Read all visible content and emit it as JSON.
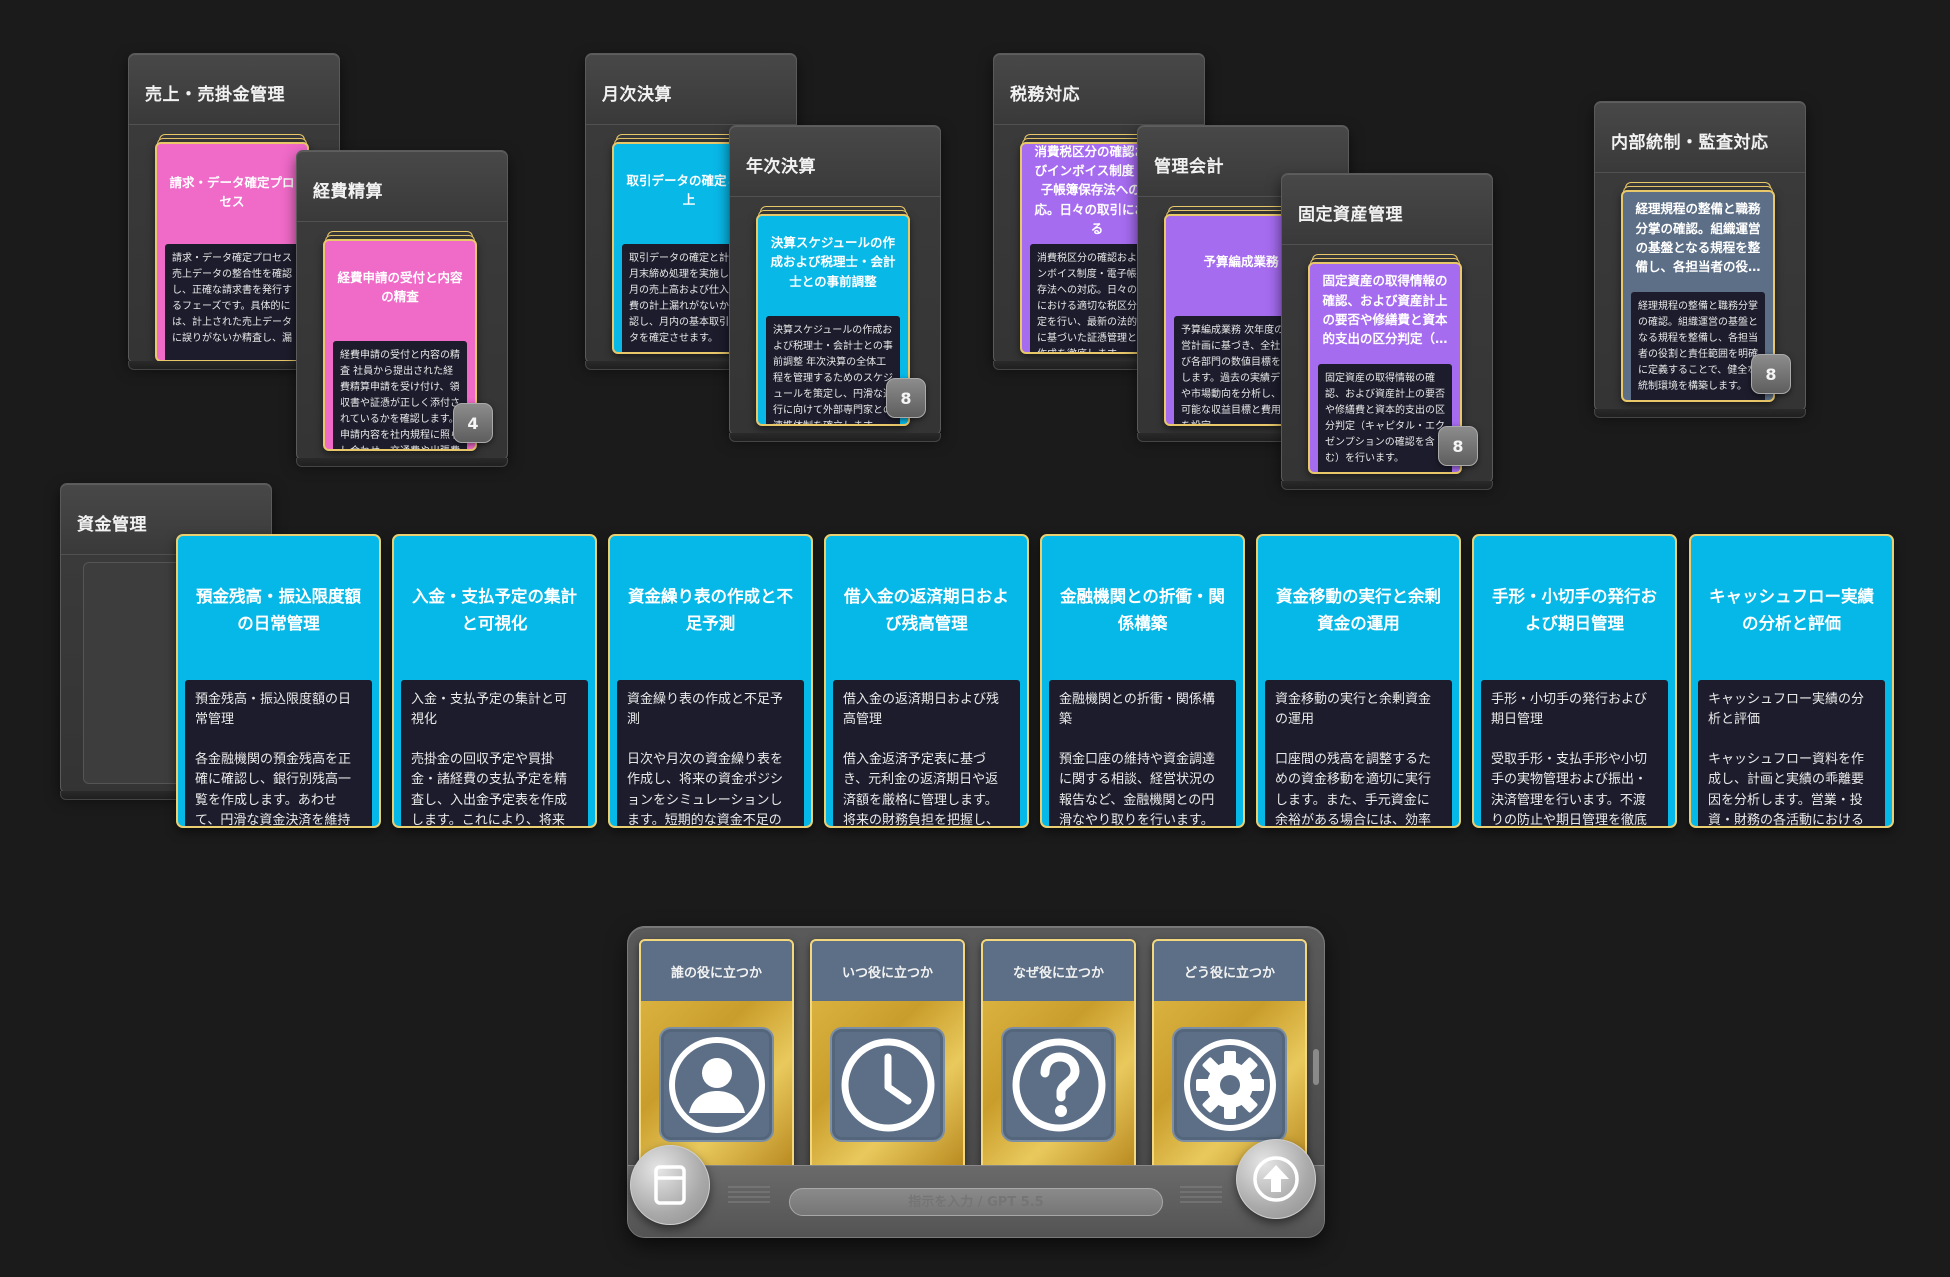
{
  "decks": [
    {
      "id": "sales",
      "title": "売上・売掛金管理",
      "card_head": "請求・データ確定プロセス",
      "card_body": "請求・データ確定プロセス 売上データの整合性を確認し、正確な請求書を発行するフェーズです。具体的には、計上された売上データに誤りがないか精査し、漏",
      "count": ""
    },
    {
      "id": "expense",
      "title": "経費精算",
      "card_head": "経費申請の受付と内容の精査",
      "card_body": "経費申請の受付と内容の精査 社員から提出された経費精算申請を受け付け、領収書や証憑が正しく添付されているかを確認します。申請内容を社内規程に照らし合わせ、交通費や出張費",
      "count": "4"
    },
    {
      "id": "monthly",
      "title": "月次決算",
      "card_head": "取引データの確定と計上",
      "card_body": "取引データの確定と計上 月末締め処理を実施し、当月の売上高および仕入・経費の計上漏れがないかを確認し、月内の基本取引データを確定させます。",
      "count": ""
    },
    {
      "id": "annual",
      "title": "年次決算",
      "card_head": "決算スケジュールの作成および税理士・会計士との事前調整",
      "card_body": "決算スケジュールの作成および税理士・会計士との事前調整 年次決算の全体工程を管理するためのスケジュールを策定し、円滑な進行に向けて外部専門家との連携体制を確立します。",
      "count": "8"
    },
    {
      "id": "tax",
      "title": "税務対応",
      "card_head": "消費税区分の確認およびインボイス制度・電子帳簿保存法への対応。日々の取引における",
      "card_body": "消費税区分の確認およびインボイス制度・電子帳簿保存法への対応。日々の取引における適切な税区分の判定を行い、最新の法的要件に基づいた証憑管理と帳簿作成を徹底します。",
      "count": ""
    },
    {
      "id": "mgmt",
      "title": "管理会計",
      "card_head": "予算編成業務",
      "card_body": "予算編成業務 次年度の経営計画に基づき、全社および各部門の数値目標を策定します。過去の実績データや市場動向を分析し、実現可能な収益目標と費用予算を設定",
      "count": ""
    },
    {
      "id": "fixed",
      "title": "固定資産管理",
      "card_head": "固定資産の取得情報の確認、および資産計上の要否や修繕費と資本的支出の区分判定（…",
      "card_body": "固定資産の取得情報の確認、および資産計上の要否や修繕費と資本的支出の区分判定（キャピタル・エクゼンプションの確認を含む）を行います。",
      "count": "8"
    },
    {
      "id": "audit",
      "title": "内部統制・監査対応",
      "card_head": "経理規程の整備と職務分掌の確認。組織運営の基盤となる規程を整備し、各担当者の役…",
      "card_body": "経理規程の整備と職務分掌の確認。組織運営の基盤となる規程を整備し、各担当者の役割と責任範囲を明確に定義することで、健全な統制環境を構築します。",
      "count": "8"
    }
  ],
  "cash": {
    "title": "資金管理",
    "cards": [
      {
        "head": "預金残高・振込限度額の日常管理",
        "body_title": "預金残高・振込限度額の日常管理",
        "body": "各金融機関の預金残高を正確に確認し、銀行別残高一覧を作成します。あわせて、円滑な資金決済を維持する"
      },
      {
        "head": "入金・支払予定の集計と可視化",
        "body_title": "入金・支払予定の集計と可視化",
        "body": "売掛金の回収予定や買掛金・諸経費の支払予定を精査し、入出金予定表を作成します。これにより、将来"
      },
      {
        "head": "資金繰り表の作成と不足予測",
        "body_title": "資金繰り表の作成と不足予測",
        "body": "日次や月次の資金繰り表を作成し、将来の資金ポジションをシミュレーションします。短期的な資金不足の"
      },
      {
        "head": "借入金の返済期日および残高管理",
        "body_title": "借入金の返済期日および残高管理",
        "body": "借入金返済予定表に基づき、元利金の返済期日や返済額を厳格に管理します。将来の財務負担を把握し、"
      },
      {
        "head": "金融機関との折衝・関係構築",
        "body_title": "金融機関との折衝・関係構築",
        "body": "預金口座の維持や資金調達に関する相談、経営状況の報告など、金融機関との円滑なやり取りを行います。"
      },
      {
        "head": "資金移動の実行と余剰資金の運用",
        "body_title": "資金移動の実行と余剰資金の運用",
        "body": "口座間の残高を調整するための資金移動を適切に実行します。また、手元資金に余裕がある場合には、効率"
      },
      {
        "head": "手形・小切手の発行および期日管理",
        "body_title": "手形・小切手の発行および期日管理",
        "body": "受取手形・支払手形や小切手の実物管理および振出・決済管理を行います。不渡りの防止や期日管理を徹底"
      },
      {
        "head": "キャッシュフロー実績の分析と評価",
        "body_title": "キャッシュフロー実績の分析と評価",
        "body": "キャッシュフロー資料を作成し、計画と実績の乖離要因を分析します。営業・投資・財務の各活動における"
      }
    ]
  },
  "panel": {
    "questions": [
      {
        "label": "誰の役に立つか",
        "icon": "user-icon"
      },
      {
        "label": "いつ役に立つか",
        "icon": "clock-icon"
      },
      {
        "label": "なぜ役に立つか",
        "icon": "question-icon"
      },
      {
        "label": "どう役に立つか",
        "icon": "gear-icon"
      }
    ],
    "prompt_placeholder": "指示を入力 / GPT 5.5"
  },
  "colors": {
    "pink": "#f06ac8",
    "cyan": "#08b9e8",
    "purple": "#a66cf0",
    "gold": "#e9cf72",
    "slate": "#5c6f86"
  }
}
